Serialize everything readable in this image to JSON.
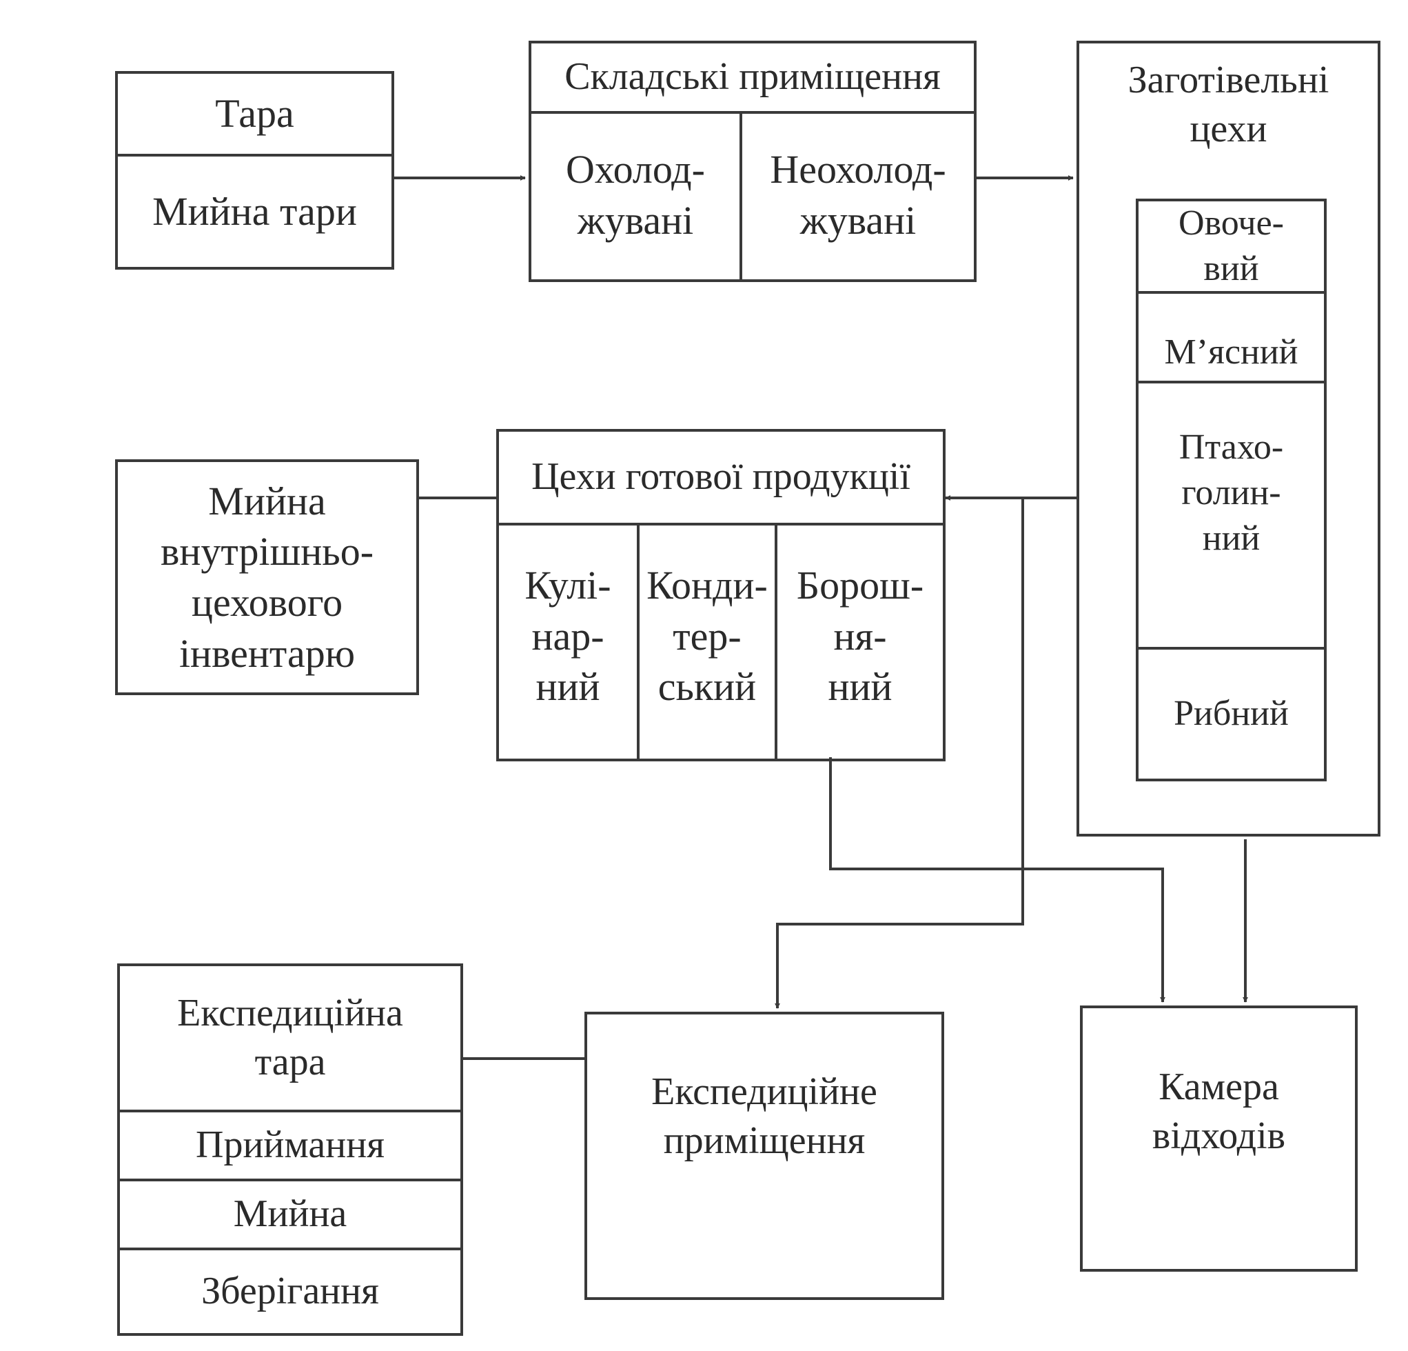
{
  "diagram": {
    "tara_box": {
      "title": "Тара",
      "washing": "Мийна тари"
    },
    "storage_box": {
      "title": "Складські приміщення",
      "cooled": [
        "Охолод-",
        "жувані"
      ],
      "uncooled": [
        "Неохолод-",
        "жувані"
      ]
    },
    "procurement_box": {
      "title": [
        "Заготівельні",
        "цехи"
      ],
      "vegetable": [
        "Овоче-",
        "вий"
      ],
      "meat": "М’ясний",
      "poultry": [
        "Птахо-",
        "голин-",
        "ний"
      ],
      "fish": "Рибний"
    },
    "finished_box": {
      "title": "Цехи готової продукції",
      "culinary": [
        "Кулі-",
        "нар-",
        "ний"
      ],
      "confectionery": [
        "Конди-",
        "тер-",
        "ський"
      ],
      "flour": [
        "Борош-",
        "ня-",
        "ний"
      ]
    },
    "inventory_wash_box": {
      "lines": [
        "Мийна",
        "внутрішньо-",
        "цехового",
        "інвентарю"
      ]
    },
    "expedition_tara_box": {
      "title": [
        "Експедиційна",
        "тара"
      ],
      "receiving": "Приймання",
      "washing": "Мийна",
      "storage": "Зберігання"
    },
    "expedition_room_box": {
      "lines": [
        "Експедиційне",
        "приміщення"
      ]
    },
    "waste_box": {
      "lines": [
        "Камера",
        "відходів"
      ]
    }
  },
  "colors": {
    "line": "#3a3a3a",
    "text": "#2a2a2a",
    "background": "#ffffff"
  }
}
